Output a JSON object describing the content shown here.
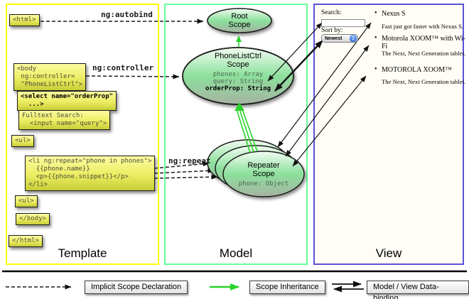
{
  "diagram": {
    "labels": {
      "autobind": "ng:autobind",
      "controller": "ng:controller",
      "repeat": "ng:repeat"
    },
    "panels": {
      "template": "Template",
      "model": "Model",
      "view": "View"
    }
  },
  "template_code": {
    "html_open": "<html>",
    "body_open": "<body\n ng:controller=\n \"PhoneListCtrl\">",
    "select": "<select name=\"orderProp\"\n  ...>",
    "fulltext": "Fulltext Search:\n  <input name=\"query\">",
    "ul_open": "<ul>",
    "li_repeat": "<li ng:repeat=\"phone in phones\">\n  {{phone.name}}\n  <p>{{phone.snippet}}</p>\n</li>",
    "ul_close": "<ul>",
    "body_close": "</body>",
    "html_close": "</html>"
  },
  "model": {
    "root_scope": {
      "title": "Root\nScope"
    },
    "phonelist_scope": {
      "title": "PhoneListCtrl\nScope",
      "props": [
        "phones: Array",
        "query: String"
      ],
      "prop_bold": "orderProp: String"
    },
    "repeater_scope": {
      "title": "Repeater\nScope",
      "prop": "phone: Object"
    }
  },
  "view": {
    "search_label": "Search:",
    "sort_label": "Sort by:",
    "sort_value": "Newest",
    "icons": {
      "bullet": "•",
      "stepper_up": "▲",
      "stepper_down": "▼"
    },
    "items": [
      {
        "name": "Nexus S",
        "desc": "Fast just got faster with Nexus S."
      },
      {
        "name": "Motorola XOOM™ with Wi-Fi",
        "desc": "The Next, Next Generation tablet."
      },
      {
        "name": "MOTOROLA XOOM™",
        "desc": "The Next, Next Generation tablet."
      }
    ]
  },
  "legend": {
    "implicit": "Implicit Scope Declaration",
    "inheritance": "Scope Inheritance",
    "binding": "Model / View Data-binding"
  },
  "colors": {
    "template_border": "#ffff00",
    "model_border": "#66ff99",
    "view_border": "#5b51d8",
    "scope_fill_top": "#f2fcf2",
    "scope_fill_mid": "#8ce09c",
    "scope_fill_bottom": "#a6b2a2",
    "code_box_yellow": "#ecec62",
    "inheritance_green": "#2bd22b"
  }
}
